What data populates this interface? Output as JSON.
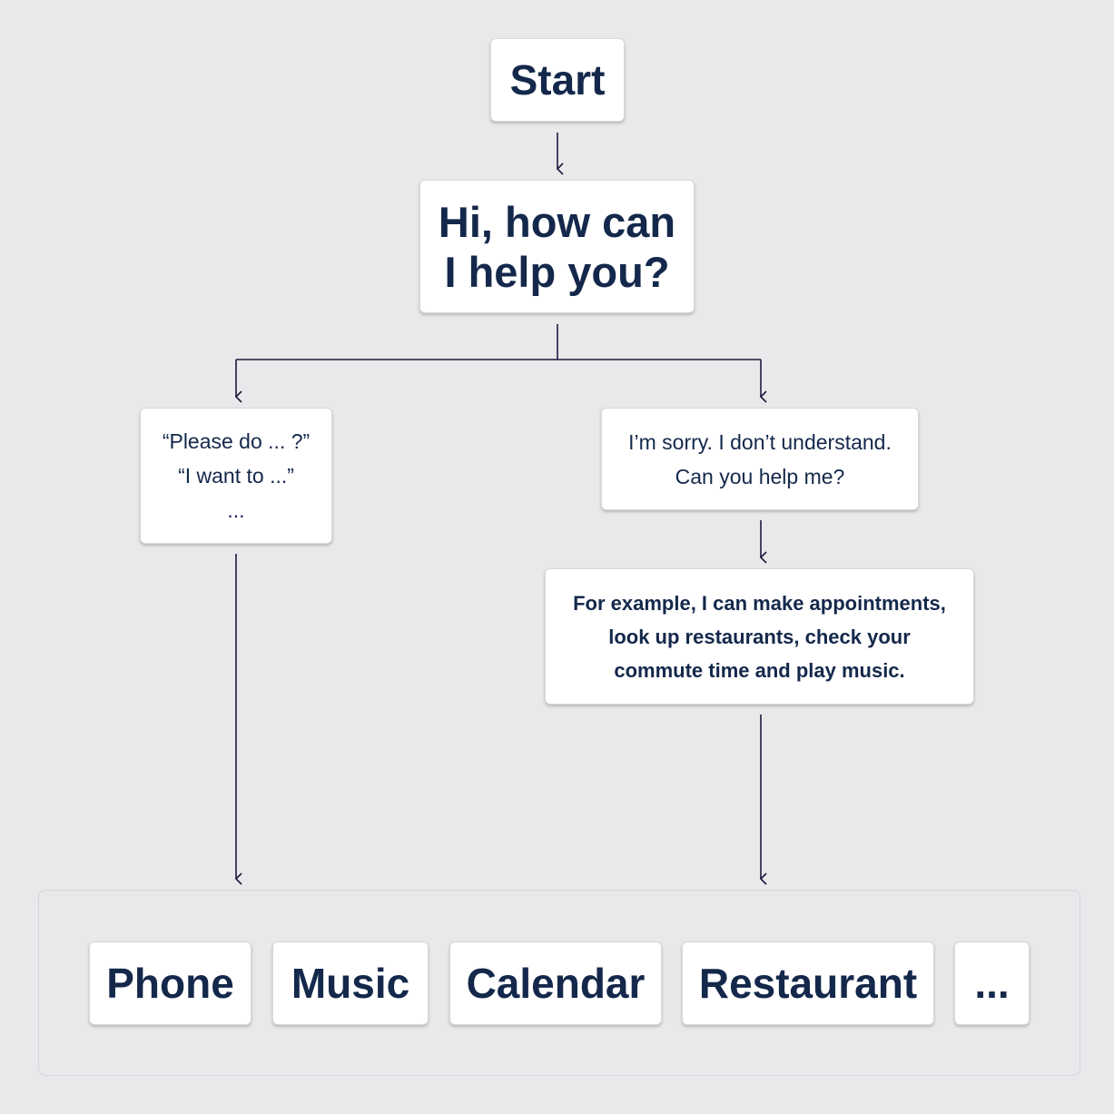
{
  "start": {
    "label": "Start"
  },
  "greeting": {
    "lines": [
      "Hi, how can",
      "I help you?"
    ]
  },
  "user_request": {
    "lines": [
      "“Please do ... ?”",
      "“I want to ...”",
      "..."
    ]
  },
  "fallback": {
    "lines": [
      "I’m sorry. I don’t understand.",
      "Can you help me?"
    ]
  },
  "examples": {
    "lines": [
      "For example, I can make appointments,",
      "look up restaurants, check your",
      "commute time and play music."
    ]
  },
  "domains": {
    "items": [
      {
        "label": "Phone"
      },
      {
        "label": "Music"
      },
      {
        "label": "Calendar"
      },
      {
        "label": "Restaurant"
      },
      {
        "label": "..."
      }
    ]
  },
  "colors": {
    "background": "#e9e9eb",
    "box": "#ffffff",
    "text": "#14284b",
    "connector": "#1c1a3e"
  }
}
